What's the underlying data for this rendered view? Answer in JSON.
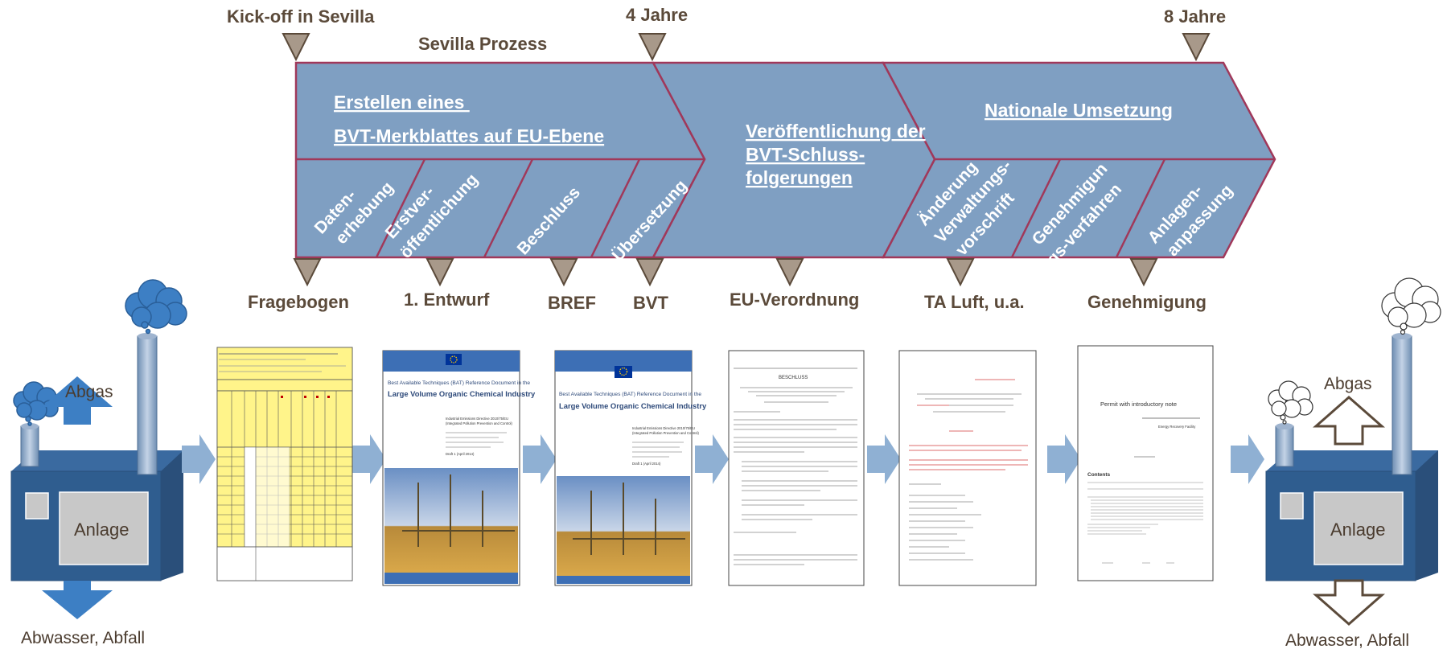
{
  "timeline": {
    "milestones": [
      "Kick-off in Sevilla",
      "4 Jahre",
      "8 Jahre"
    ],
    "process_title": "Sevilla Prozess"
  },
  "arrow_titles": {
    "eu_line1": "Erstellen eines ",
    "eu_line2": "BVT-Merkblattes auf EU-Ebene",
    "pub_line1": "Veröffentlichung der",
    "pub_line2": "BVT-Schluss-",
    "pub_line3": "folgerungen",
    "national": "Nationale Umsetzung"
  },
  "steps": {
    "daten_1": "Daten-",
    "daten_2": "erhebung",
    "erst_1": "Erstver-",
    "erst_2": "öffentlichung",
    "beschluss": "Beschluss",
    "uebersetzung": "Übersetzung",
    "aend_1": "Änderung",
    "aend_2": "Verwaltungs-",
    "aend_3": "vorschrift",
    "gen_1": "Genehmigun",
    "gen_2": "gs-verfahren",
    "anl_1": "Anlagen-",
    "anl_2": "anpassung"
  },
  "outputs": [
    "Fragebogen",
    "1. Entwurf",
    "BREF",
    "BVT",
    "EU-Verordnung",
    "TA Luft, u.a.",
    "Genehmigung"
  ],
  "plant_left": {
    "label": "Anlage",
    "exhaust": "Abgas",
    "waste": "Abwasser, Abfall"
  },
  "plant_right": {
    "label": "Anlage",
    "exhaust": "Abgas",
    "waste": "Abwasser, Abfall"
  },
  "documents": {
    "bref_header": "Best Available Techniques (BAT) Reference Document in the",
    "bref_title": "Large Volume Organic Chemical Industry",
    "bref_sub1": "Industrial Emissions Directive 2010/75/EU",
    "bref_sub2": "(Integrated Pollution Prevention and Control)",
    "bref_draft": "Draft 1 (April 2014)",
    "reg_title": "BESCHLUSS",
    "permit_title": "Permit with introductory note",
    "permit_org": "Energy Recovery Facility",
    "permit_contents": "Contents"
  },
  "colors": {
    "arrow_fill": "#7f9fc2",
    "arrow_stroke": "#a0385a",
    "marker": "#a8998a",
    "label_brown": "#5b4a3a",
    "plant_blue": "#2f5d8f",
    "flow_arrow": "#8fb0d3",
    "cloud_blue": "#3d7fc4"
  }
}
